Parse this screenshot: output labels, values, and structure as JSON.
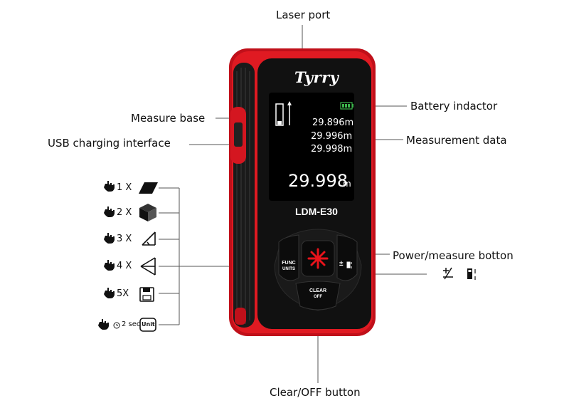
{
  "callouts": {
    "laser_port": "Laser port",
    "battery_indicator": "Battery indactor",
    "measure_base": "Measure base",
    "measurement_data": "Measurement data",
    "usb_charging": "USB charging interface",
    "power_measure_button": "Power/measure botton",
    "clear_off_button": "Clear/OFF button"
  },
  "device": {
    "brand": "Tyrry",
    "model": "LDM-E30",
    "readings": [
      "29.896m",
      "29.996m",
      "29.998m"
    ],
    "main_value": "29.998",
    "main_unit": "m",
    "func_label_1": "FUNC",
    "func_label_2": "UNITS",
    "clear_label_1": "CLEAR",
    "clear_label_2": "OFF",
    "plusminus_label": "±"
  },
  "modes": [
    {
      "press": "1 X",
      "icon": "area-parallelogram-icon"
    },
    {
      "press": "2 X",
      "icon": "volume-cube-icon"
    },
    {
      "press": "3 X",
      "icon": "pythagoras-single-icon"
    },
    {
      "press": "4 X",
      "icon": "pythagoras-double-icon"
    },
    {
      "press": "5X",
      "icon": "save-floppy-icon"
    },
    {
      "press": "2 sec",
      "icon": "unit-button-icon",
      "unit_text": "Unit"
    }
  ],
  "colors": {
    "device_red": "#d1141b",
    "device_body": "#1c1c1c",
    "screen": "#000000",
    "battery_green": "#3cb44b",
    "laser_red": "#e8131b"
  }
}
